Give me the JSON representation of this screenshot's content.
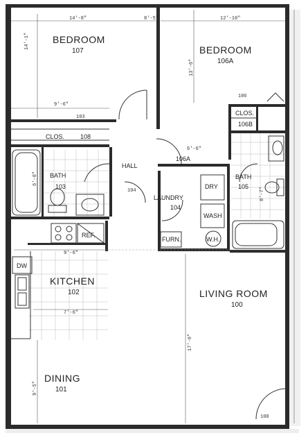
{
  "rooms": {
    "bedroom107": {
      "name": "BEDROOM",
      "number": "107"
    },
    "bedroom106a": {
      "name": "BEDROOM",
      "number": "106A"
    },
    "clos108": {
      "name": "CLOS.",
      "number": "108"
    },
    "clos106": {
      "name": "CLOS.",
      "number": "106B"
    },
    "hall": {
      "name": "HALL",
      "number": "106A"
    },
    "bath103": {
      "name": "BATH",
      "number": "103"
    },
    "bath105": {
      "name": "BATH",
      "number": "105"
    },
    "laundry": {
      "name": "LAUNDRY",
      "number": "104"
    },
    "kitchen": {
      "name": "KITCHEN",
      "number": "102"
    },
    "living": {
      "name": "LIVING ROOM",
      "number": "100"
    },
    "dining": {
      "name": "DINING",
      "number": "101"
    }
  },
  "fixtures": {
    "dry": "DRY",
    "wash": "WASH",
    "furn": "FURN.",
    "wh": "W.H.",
    "ref": "REF.",
    "dw": "DW"
  },
  "dimensions": {
    "bed107_width": "14'-8\"",
    "bed107_depth": "14'-1\"",
    "bed106_width": "12'-10\"",
    "bed106_depth": "13'-0\"",
    "clos108_width": "9'-6\"",
    "hall_width": "6'-6\"",
    "bath103_depth": "6'-0\"",
    "bath105_depth": "8'-7\"",
    "kitchen_width": "7'-6\"",
    "kitchen_depth": "9'-6\"",
    "living_depth": "17'-0\"",
    "dining_depth": "9'-5\"",
    "top_center_dim": "8'-5\"",
    "door_tag": "100",
    "hall_tag": "104",
    "clos_tag": "106",
    "bath_tag": "103"
  }
}
